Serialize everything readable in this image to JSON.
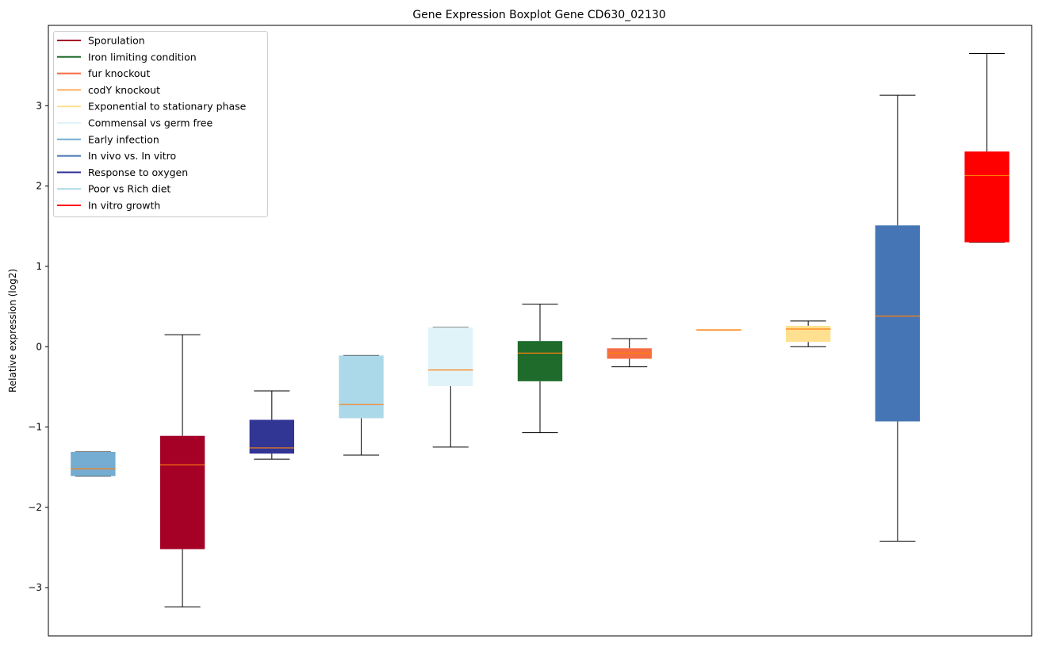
{
  "chart_data": {
    "type": "boxplot",
    "title": "Gene Expression Boxplot Gene CD630_02130",
    "xlabel": "",
    "ylabel": "Relative expression (log2)",
    "ylim": [
      -3.6,
      4.0
    ],
    "yticks": [
      -3,
      -2,
      -1,
      0,
      1,
      2,
      3
    ],
    "ytick_labels": [
      "−3",
      "−2",
      "−1",
      "0",
      "1",
      "2",
      "3"
    ],
    "grid": false,
    "legend_position": "top-left",
    "median_color": "#ff7f0e",
    "series": [
      {
        "name": "Early infection",
        "color": "#74add1",
        "whislo": -1.61,
        "q1": -1.61,
        "med": -1.52,
        "q3": -1.31,
        "whishi": -1.31
      },
      {
        "name": "Sporulation",
        "color": "#a50026",
        "whislo": -3.24,
        "q1": -2.52,
        "med": -1.47,
        "q3": -1.11,
        "whishi": 0.15
      },
      {
        "name": "Response to oxygen",
        "color": "#313695",
        "whislo": -1.4,
        "q1": -1.33,
        "med": -1.26,
        "q3": -0.91,
        "whishi": -0.55
      },
      {
        "name": "Poor vs Rich diet",
        "color": "#abd9e9",
        "whislo": -1.35,
        "q1": -0.89,
        "med": -0.72,
        "q3": -0.11,
        "whishi": -0.11
      },
      {
        "name": "Commensal vs germ free",
        "color": "#e0f3f8",
        "whislo": -1.25,
        "q1": -0.49,
        "med": -0.29,
        "q3": 0.24,
        "whishi": 0.24
      },
      {
        "name": "Iron limiting condition",
        "color": "#1f6b2b",
        "whislo": -1.07,
        "q1": -0.43,
        "med": -0.08,
        "q3": 0.07,
        "whishi": 0.53
      },
      {
        "name": "fur knockout",
        "color": "#f46d43",
        "whislo": -0.25,
        "q1": -0.15,
        "med": -0.08,
        "q3": -0.02,
        "whishi": 0.1
      },
      {
        "name": "codY knockout",
        "color": "#fdae61",
        "whislo": 0.21,
        "q1": 0.205,
        "med": 0.21,
        "q3": 0.215,
        "whishi": 0.21
      },
      {
        "name": "Exponential to stationary phase",
        "color": "#fee090",
        "whislo": 0.0,
        "q1": 0.06,
        "med": 0.22,
        "q3": 0.26,
        "whishi": 0.32
      },
      {
        "name": "In vivo vs. In vitro",
        "color": "#4575b4",
        "whislo": -2.42,
        "q1": -0.93,
        "med": 0.38,
        "q3": 1.51,
        "whishi": 3.13
      },
      {
        "name": "In vitro growth",
        "color": "#ff0000",
        "whislo": 1.3,
        "q1": 1.3,
        "med": 2.13,
        "q3": 2.43,
        "whishi": 3.65
      }
    ],
    "legend": [
      {
        "label": "Sporulation",
        "color": "#a50026"
      },
      {
        "label": "Iron limiting condition",
        "color": "#1f6b2b"
      },
      {
        "label": "fur knockout",
        "color": "#f46d43"
      },
      {
        "label": "codY knockout",
        "color": "#fdae61"
      },
      {
        "label": "Exponential to stationary phase",
        "color": "#fee090"
      },
      {
        "label": "Commensal vs germ free",
        "color": "#e0f3f8"
      },
      {
        "label": "Early infection",
        "color": "#74add1"
      },
      {
        "label": "In vivo vs. In vitro",
        "color": "#4575b4"
      },
      {
        "label": "Response to oxygen",
        "color": "#313695"
      },
      {
        "label": "Poor vs Rich diet",
        "color": "#abd9e9"
      },
      {
        "label": "In vitro growth",
        "color": "#ff0000"
      }
    ]
  }
}
